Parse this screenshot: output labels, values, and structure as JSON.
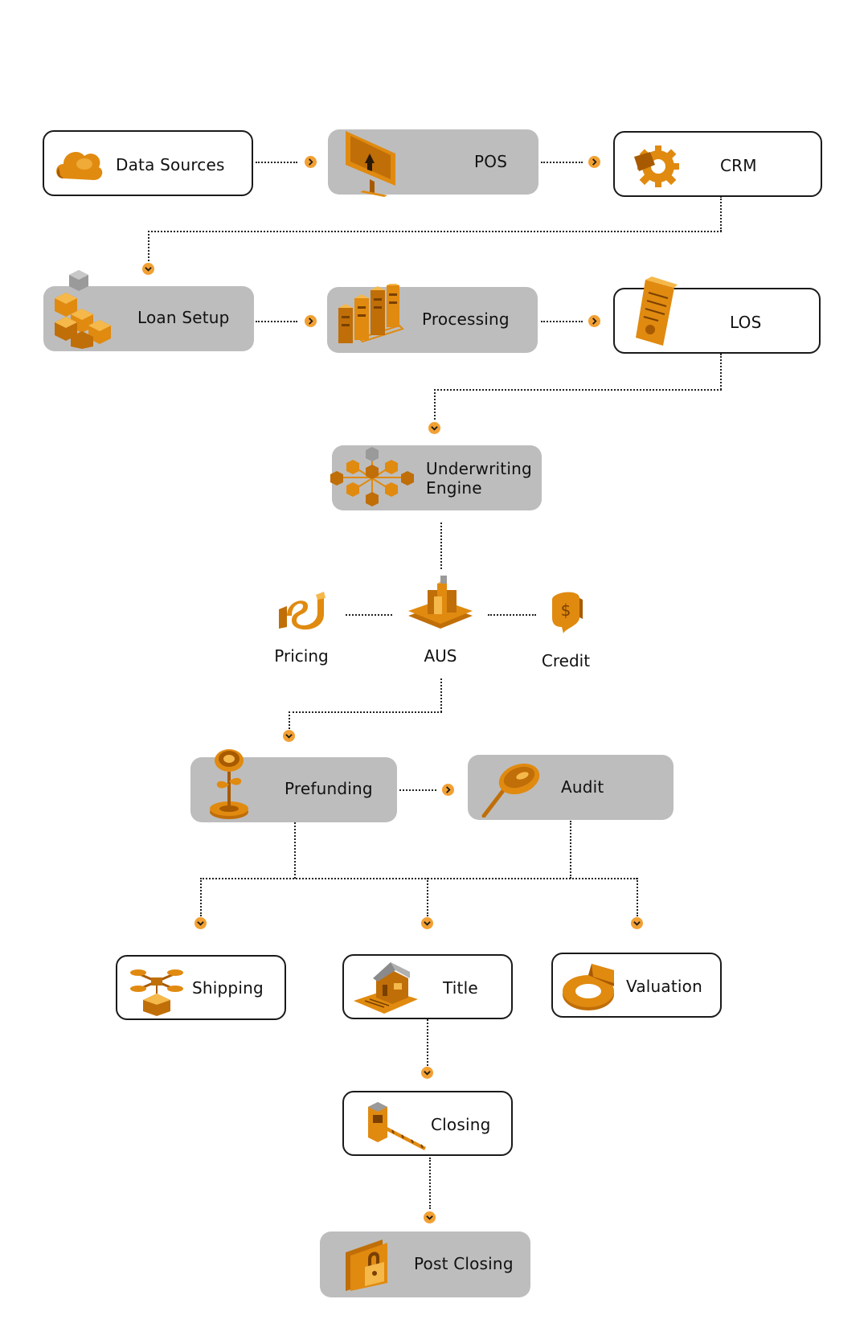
{
  "colors": {
    "accent": "#f2a033",
    "icon_gold": "#e08a10",
    "icon_dark": "#a85a00",
    "node_fill": "#bdbdbd",
    "node_outline": "#1a1a1a"
  },
  "nodes": [
    {
      "id": "data-sources",
      "label": "Data Sources",
      "style": "outline",
      "icon": "cloud-icon"
    },
    {
      "id": "pos",
      "label": "POS",
      "style": "filled",
      "icon": "monitor-icon"
    },
    {
      "id": "crm",
      "label": "CRM",
      "style": "outline",
      "icon": "gear-icon"
    },
    {
      "id": "loan-setup",
      "label": "Loan Setup",
      "style": "filled",
      "icon": "cubes-icon"
    },
    {
      "id": "processing",
      "label": "Processing",
      "style": "filled",
      "icon": "servers-icon"
    },
    {
      "id": "los",
      "label": "LOS",
      "style": "outline",
      "icon": "document-icon"
    },
    {
      "id": "underwriting-engine",
      "label": "Underwriting\nEngine",
      "style": "filled",
      "icon": "network-icon"
    },
    {
      "id": "prefunding",
      "label": "Prefunding",
      "style": "filled",
      "icon": "coin-plant-icon"
    },
    {
      "id": "audit",
      "label": "Audit",
      "style": "filled",
      "icon": "magnifier-icon"
    },
    {
      "id": "shipping",
      "label": "Shipping",
      "style": "outline",
      "icon": "drone-icon"
    },
    {
      "id": "title",
      "label": "Title",
      "style": "outline",
      "icon": "house-icon"
    },
    {
      "id": "valuation",
      "label": "Valuation",
      "style": "outline",
      "icon": "ring-chart-icon"
    },
    {
      "id": "closing",
      "label": "Closing",
      "style": "outline",
      "icon": "barrier-icon"
    },
    {
      "id": "post-closing",
      "label": "Post Closing",
      "style": "filled",
      "icon": "folder-lock-icon"
    }
  ],
  "satellites": [
    {
      "id": "pricing",
      "label": "Pricing",
      "icon": "dollar-curve-icon"
    },
    {
      "id": "aus",
      "label": "AUS",
      "icon": "city-blocks-icon"
    },
    {
      "id": "credit",
      "label": "Credit",
      "icon": "dollar-bubble-icon"
    }
  ]
}
